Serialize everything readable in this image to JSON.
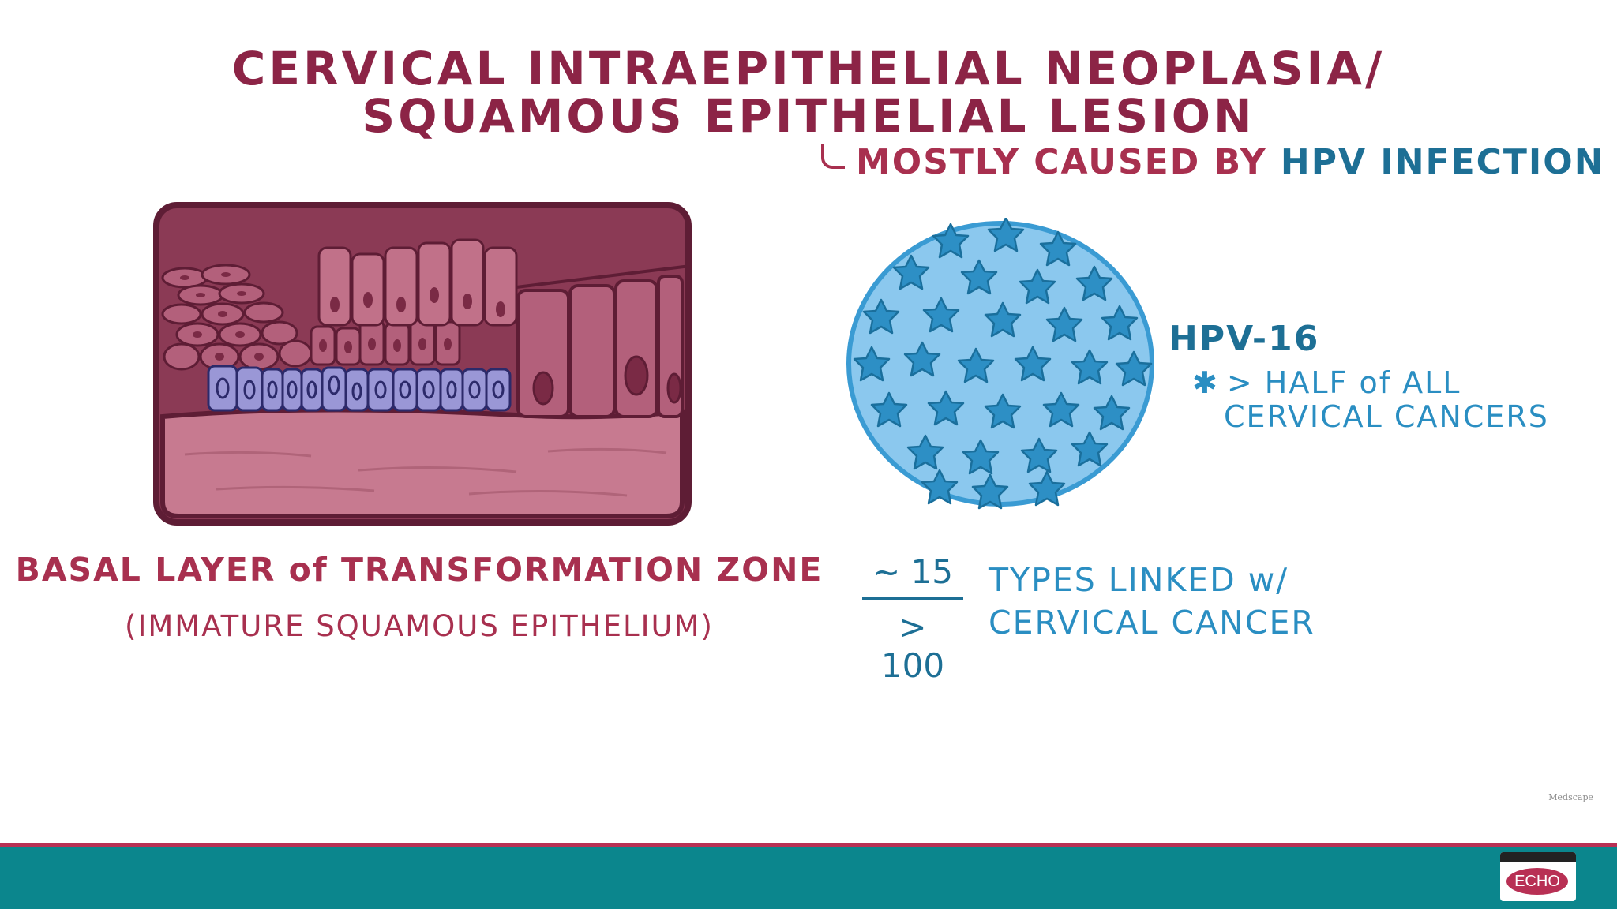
{
  "title_line1": "CERVICAL INTRAEPITHELIAL NEOPLASIA/",
  "title_line2": "SQUAMOUS EPITHELIAL LESION",
  "subtitle": {
    "prefix": "MOSTLY CAUSED BY ",
    "highlight": "HPV INFECTION"
  },
  "left": {
    "caption": "BASAL LAYER of TRANSFORMATION ZONE",
    "sub_caption": "(IMMATURE SQUAMOUS EPITHELIUM)"
  },
  "right": {
    "hpv_type": "HPV-16",
    "note_line1": "> HALF of ALL",
    "note_line2": "CERVICAL CANCERS",
    "fraction_num": "~ 15",
    "fraction_den": "> 100",
    "types_line1": "TYPES LINKED w/",
    "types_line2": "CERVICAL CANCER"
  },
  "brand": "Medscape",
  "logo_text": "ECHO",
  "colors": {
    "title": "#8c2446",
    "accent_red": "#a8304f",
    "accent_blue": "#1d6f95",
    "light_blue": "#2a8ec2",
    "footer": "#0b868d"
  }
}
